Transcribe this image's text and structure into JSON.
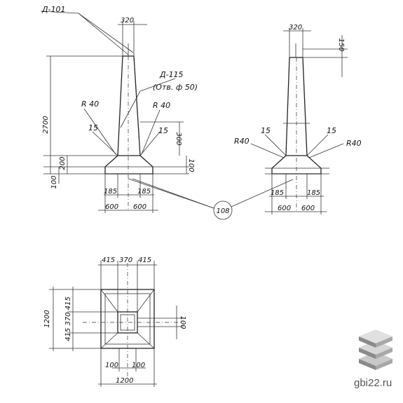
{
  "labels": {
    "d101": "Д-101",
    "d115": "Д-115",
    "hole": "(Отв. ф 50)",
    "w320a": "320",
    "w320b": "320",
    "h2700": "2700",
    "r40a": "R 40",
    "r40b": "R 40",
    "r40c": "R40",
    "r40d": "R40",
    "s15a": "15",
    "s15b": "15",
    "s15c": "15",
    "s15d": "15",
    "h200": "200",
    "h100a": "100",
    "h100b": "100",
    "h300": "300",
    "h150": "150",
    "b185a": "185",
    "b185b": "185",
    "b185c": "185",
    "b185d": "185",
    "b600a": "600",
    "b600b": "600",
    "b600c": "600",
    "b600d": "600",
    "ref108": "108",
    "p415a": "415",
    "p370a": "370",
    "p415b": "415",
    "p1200a": "1200",
    "p415370415": "415 370 415",
    "p100a": "100",
    "p100b": "100",
    "p100c": "100",
    "p1200b": "1200"
  },
  "watermark": {
    "text": "gbi22.ru",
    "icon": "stacked-slabs-icon"
  },
  "colors": {
    "ink": "#222222",
    "paper": "#ffffff",
    "logo_top": "#c9c9c9",
    "logo_side": "#8a8a8a"
  }
}
